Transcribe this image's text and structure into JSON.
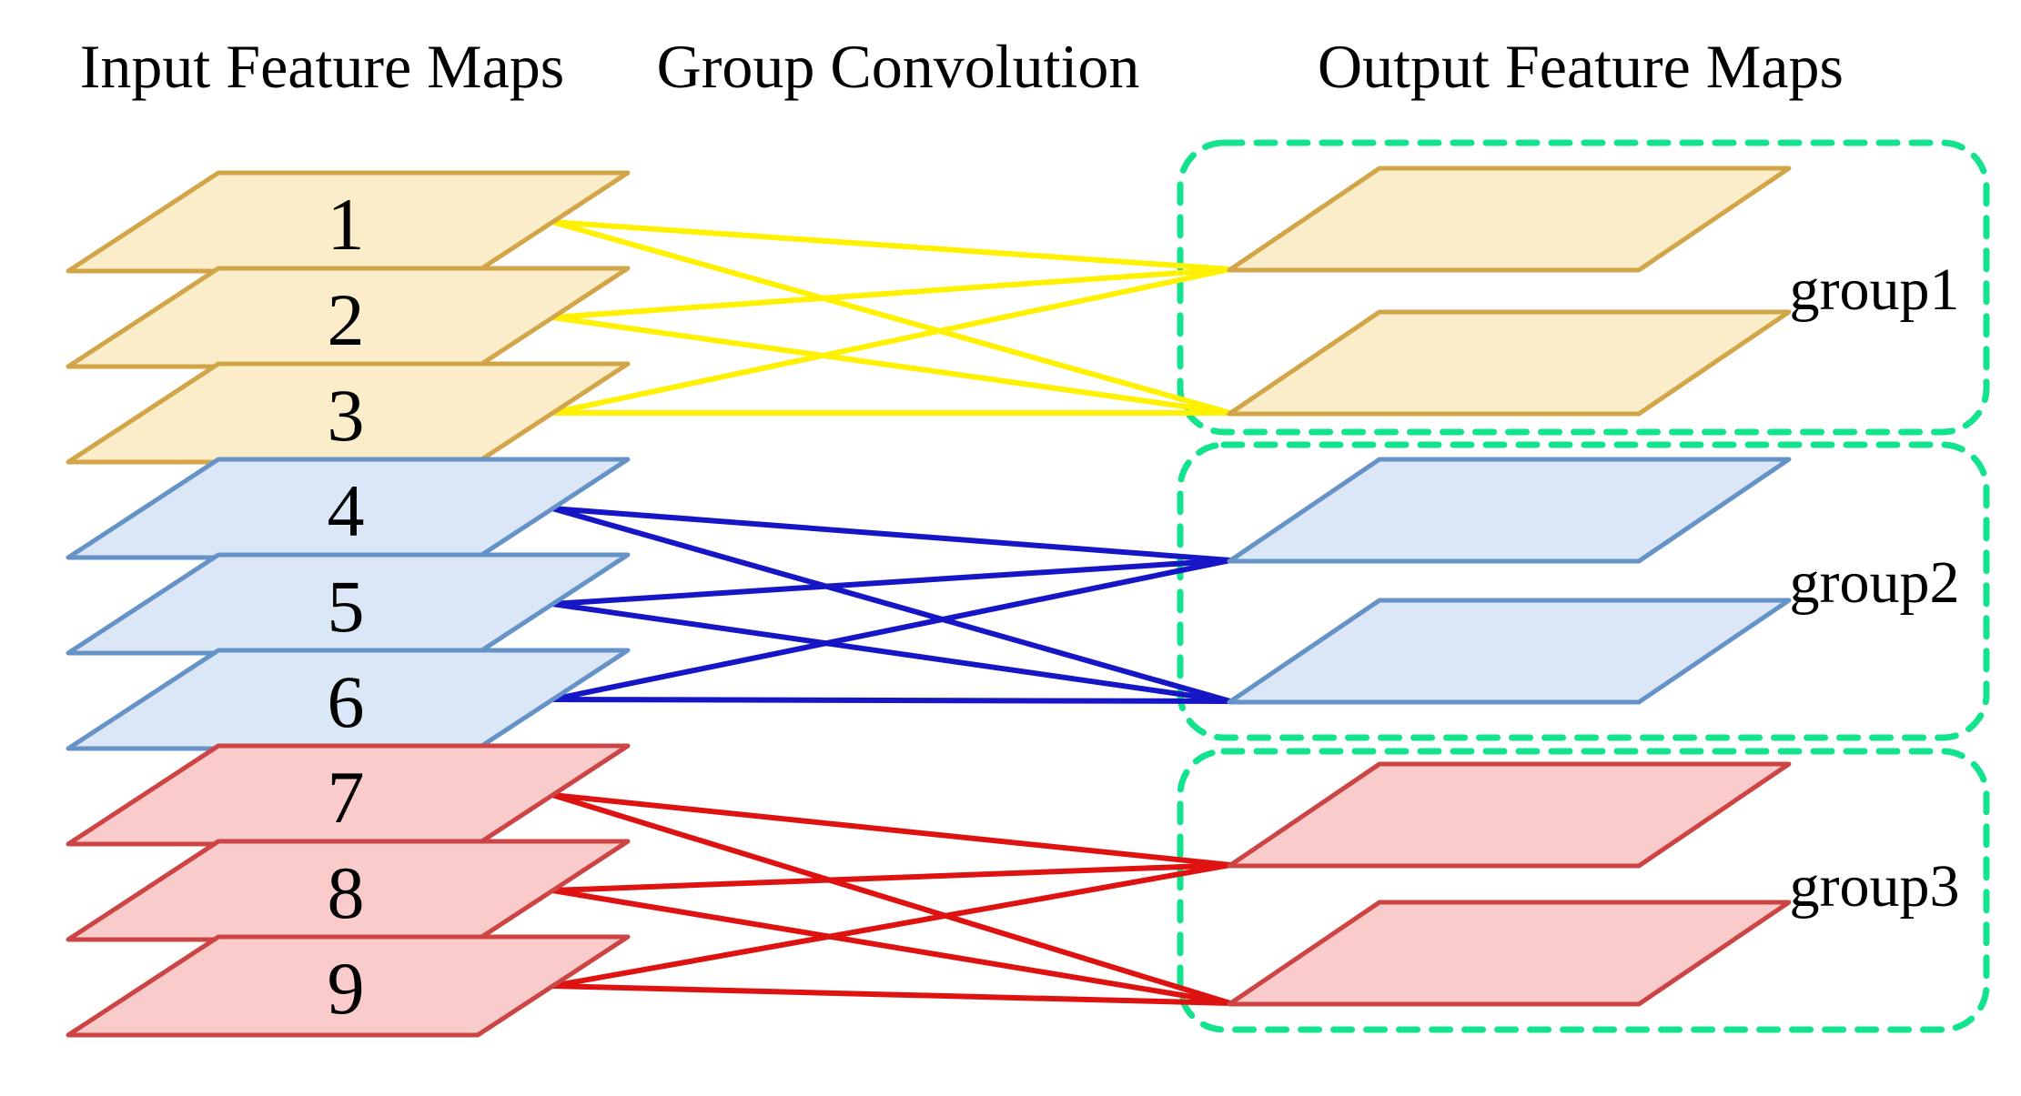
{
  "titles": {
    "input": "Input Feature Maps",
    "convolution": "Group Convolution",
    "output": "Output Feature Maps"
  },
  "input_plates": [
    {
      "label": "1",
      "group": "group1"
    },
    {
      "label": "2",
      "group": "group1"
    },
    {
      "label": "3",
      "group": "group1"
    },
    {
      "label": "4",
      "group": "group2"
    },
    {
      "label": "5",
      "group": "group2"
    },
    {
      "label": "6",
      "group": "group2"
    },
    {
      "label": "7",
      "group": "group3"
    },
    {
      "label": "8",
      "group": "group3"
    },
    {
      "label": "9",
      "group": "group3"
    }
  ],
  "output_groups": [
    {
      "label": "group1",
      "output_map_count": 2,
      "input_labels": [
        "1",
        "2",
        "3"
      ]
    },
    {
      "label": "group2",
      "output_map_count": 2,
      "input_labels": [
        "4",
        "5",
        "6"
      ]
    },
    {
      "label": "group3",
      "output_map_count": 2,
      "input_labels": [
        "7",
        "8",
        "9"
      ]
    }
  ],
  "connections": {
    "pattern": "each input feature map connects to both output feature maps of its own group",
    "lines_per_group": 6
  },
  "colors": {
    "group1_fill": "#FBEDC9",
    "group1_stroke": "#D2A648",
    "group1_line": "#FFF100",
    "group2_fill": "#DBE7F6",
    "group2_stroke": "#6593C8",
    "group2_line": "#1616C6",
    "group3_fill": "#FACBCB",
    "group3_stroke": "#CD4444",
    "group3_line": "#DF1212",
    "output_box_dash": "#12E38C",
    "text": "#000000",
    "background": "#FFFFFF"
  }
}
